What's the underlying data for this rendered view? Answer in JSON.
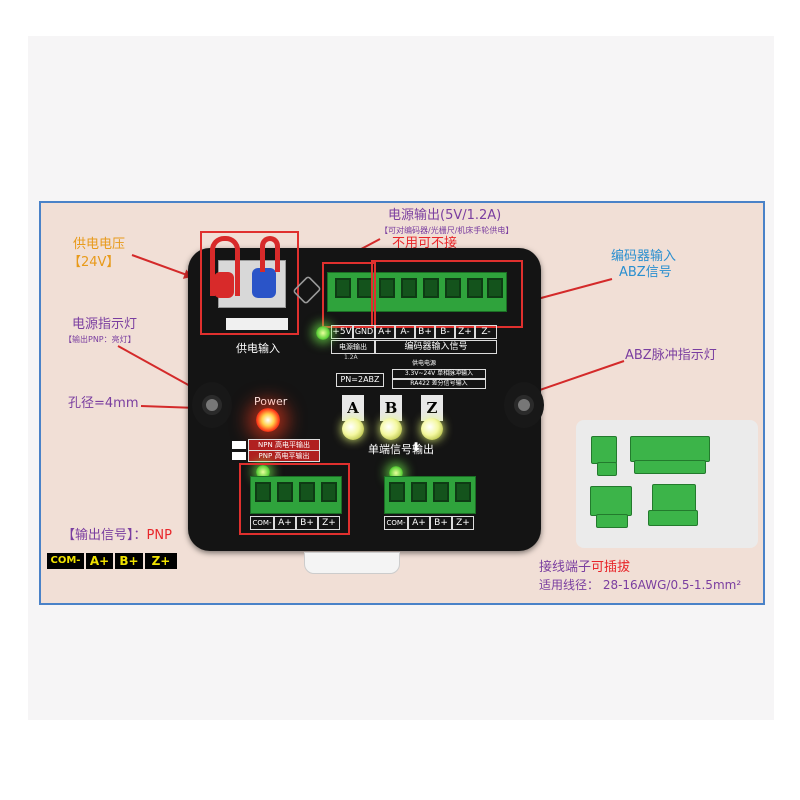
{
  "annotations": {
    "supply_voltage": "供电电压",
    "supply_voltage_value": "【24V】",
    "power_output": "电源输出(5V/1.2A)",
    "power_output_note": "【可对编码器/光栅尺/机床手轮供电】",
    "do_not_connect": "不用可不接",
    "encoder_input": "编码器输入",
    "abz_signal": "ABZ信号",
    "power_indicator": "电源指示灯",
    "power_indicator_note": "【输出PNP：亮灯】",
    "abz_pulse_indicator": "ABZ脉冲指示灯",
    "hole_diameter": "孔径=4mm",
    "output_signal_label": "【输出信号】：",
    "output_signal_value": "PNP",
    "terminal_title": "接线端子",
    "terminal_title_highlight": "可插拔",
    "wire_spec": "适用线径：  28-16AWG/0.5-1.5mm²"
  },
  "board": {
    "supply_input": "供电输入",
    "top_labels": [
      "+5V",
      "GND",
      "A+",
      "A-",
      "B+",
      "B-",
      "Z+",
      "Z-"
    ],
    "power_out_tag": "电源输出",
    "encoder_input_tag": "编码器输入信号",
    "current_tag": "1.2A",
    "model": "PN=2ABZ",
    "spec_title": "供电电源",
    "spec_line1": "3.3V~24V 单相脉冲输入",
    "spec_line2": "RA422 差分信号输入",
    "power_label": "Power",
    "npn_label": "NPN 高电平输出",
    "pnp_label": "PNP 高电平输出",
    "single_output": "单端信号输出",
    "leds": [
      "A",
      "B",
      "Z"
    ],
    "output_labels": [
      "COM-",
      "A+",
      "B+",
      "Z+"
    ]
  },
  "legend": [
    "COM-",
    "A+",
    "B+",
    "Z+"
  ],
  "colors": {
    "annotation_purple": "#7a3ea0",
    "annotation_orange": "#e89a1a",
    "annotation_blue": "#2a8fd0",
    "annotation_red": "#e8262a",
    "legend_yellow": "#f0e200"
  }
}
